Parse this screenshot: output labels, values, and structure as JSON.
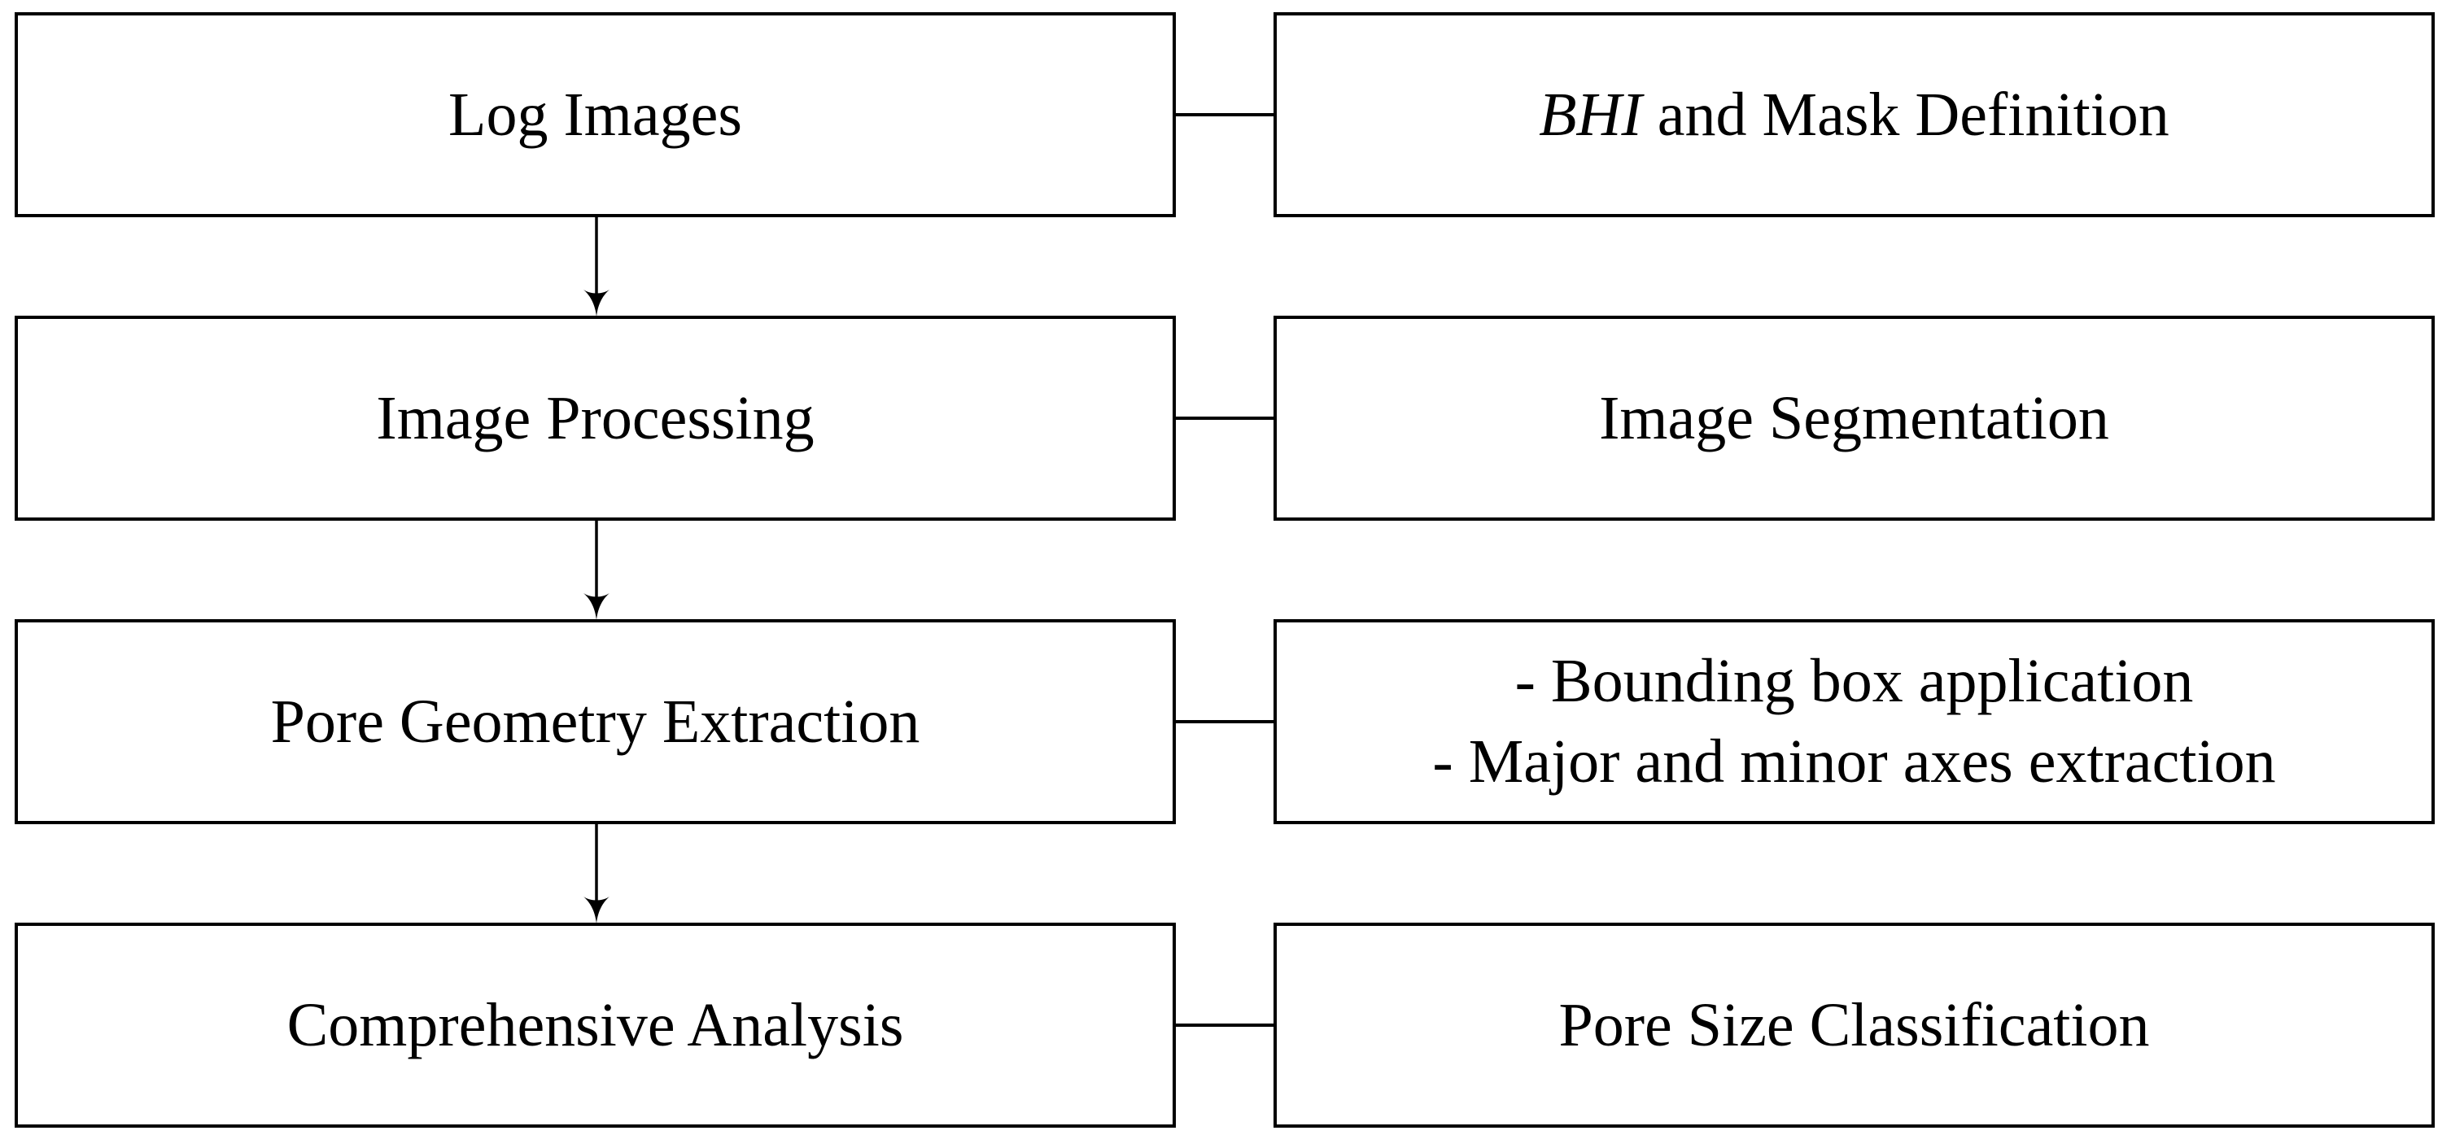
{
  "diagram": {
    "type": "flowchart",
    "background_color": "#ffffff",
    "line_color": "#000000",
    "rows": [
      {
        "left": {
          "label": "Log Images"
        },
        "right": {
          "label_italic": "BHI",
          "label_rest": " and Mask Definition"
        }
      },
      {
        "left": {
          "label": "Image Processing"
        },
        "right": {
          "label": "Image Segmentation"
        }
      },
      {
        "left": {
          "label": "Pore Geometry Extraction"
        },
        "right": {
          "lines": [
            "- Bounding box application",
            "- Major and minor axes extraction"
          ]
        }
      },
      {
        "left": {
          "label": "Comprehensive Analysis"
        },
        "right": {
          "label": "Pore Size Classification"
        }
      }
    ]
  }
}
